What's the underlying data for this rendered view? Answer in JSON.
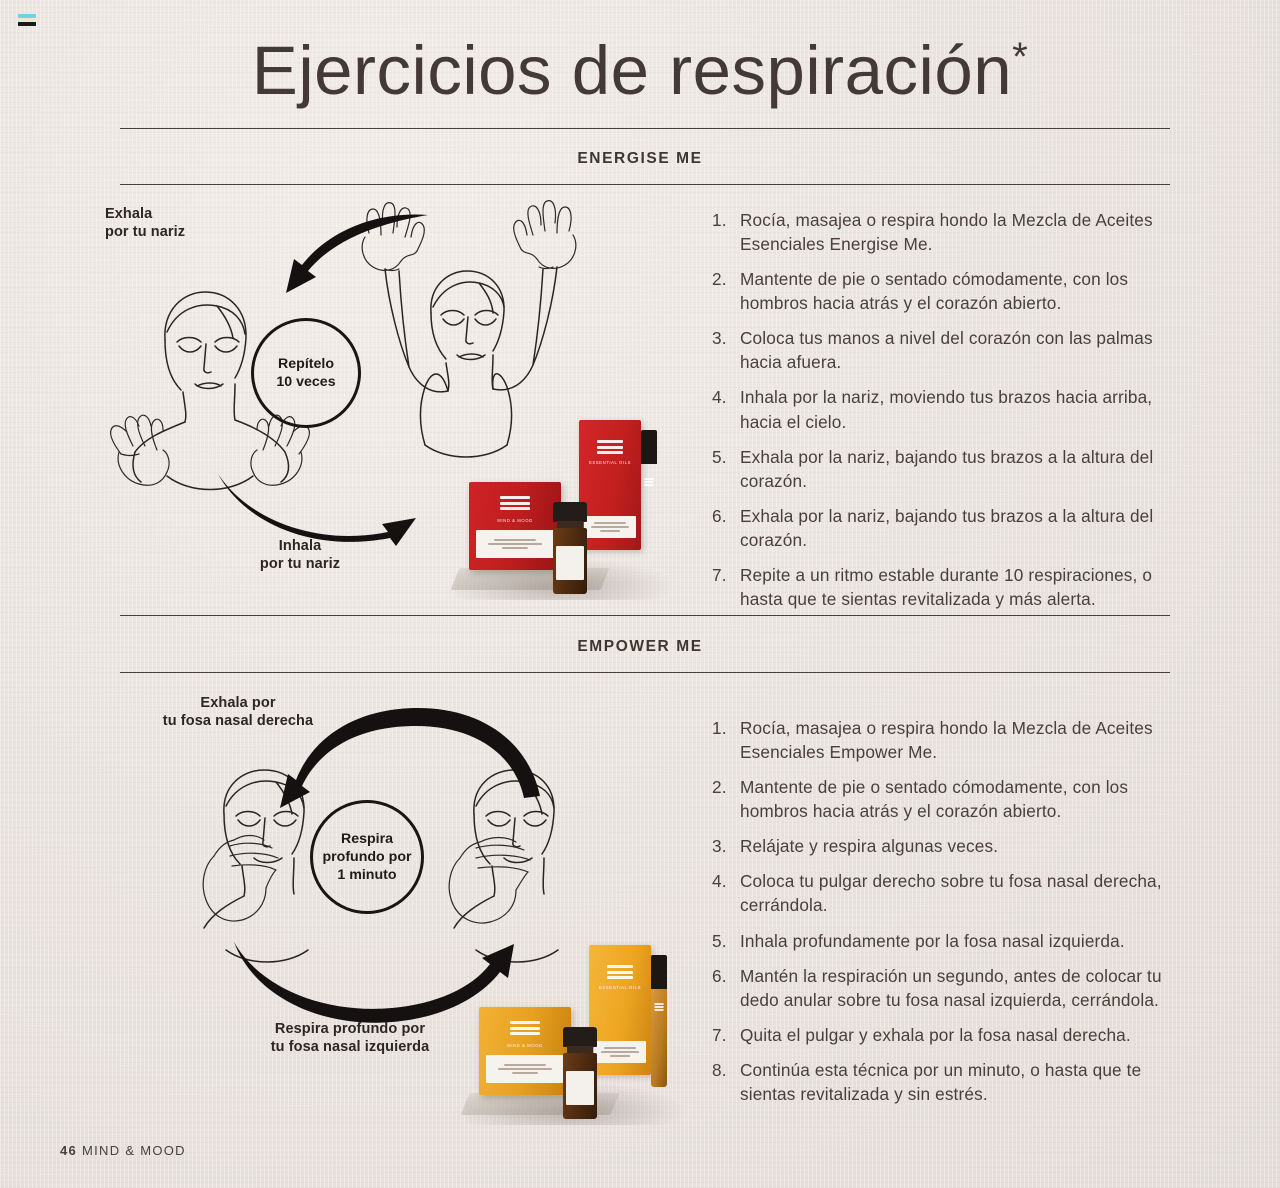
{
  "page": {
    "title": "Ejercicios de respiración",
    "title_star": "*",
    "footer_page_number": "46",
    "footer_section": "MIND & MOOD",
    "background_color": "#ece7e3",
    "ink_color": "#3b3330"
  },
  "broken_image_icon": "broken-image-icon",
  "sections": [
    {
      "heading": "ENERGISE ME",
      "accent_color": "#c0201f",
      "diagram": {
        "label_top": "Exhala\npor tu nariz",
        "label_top_line1": "Exhala",
        "label_top_line2": "por tu nariz",
        "label_bottom_line1": "Inhala",
        "label_bottom_line2": "por tu nariz",
        "circle_line1": "Repítelo",
        "circle_line2": "10 veces",
        "figure_left": "woman-hands-at-heart-illustration",
        "figure_right": "woman-arms-raised-illustration"
      },
      "products": {
        "alt": "energise-me-essential-oil-blend-products",
        "box_color": "#c62027",
        "box_color_dark": "#9d1519",
        "bottle_color": "#5a3312",
        "roller_color": "#c98a2e"
      },
      "steps": [
        {
          "num": "1.",
          "text": "Rocía, masajea o respira hondo la Mezcla de Aceites Esenciales Energise Me."
        },
        {
          "num": "2.",
          "text": "Mantente de pie o sentado cómodamente, con los hombros hacia atrás y el corazón abierto."
        },
        {
          "num": "3.",
          "text": "Coloca tus manos a nivel del corazón con las palmas hacia afuera."
        },
        {
          "num": "4.",
          "text": "Inhala por la nariz, moviendo tus brazos hacia arriba, hacia el cielo."
        },
        {
          "num": "5.",
          "text": "Exhala por la nariz, bajando tus brazos a la altura del corazón."
        },
        {
          "num": "6.",
          "text": "Exhala por la nariz, bajando tus brazos a la altura del corazón."
        },
        {
          "num": "7.",
          "text": "Repite a un ritmo estable durante 10 respiraciones, o hasta que te sientas revitalizada y más alerta."
        }
      ]
    },
    {
      "heading": "EMPOWER ME",
      "accent_color": "#e8a227",
      "diagram": {
        "label_top_line1": "Exhala por",
        "label_top_line2": "tu fosa nasal derecha",
        "label_bottom_line1": "Respira profundo por",
        "label_bottom_line2": "tu fosa nasal izquierda",
        "circle_line1": "Respira",
        "circle_line2": "profundo por",
        "circle_line3": "1 minuto",
        "figure_left": "woman-closing-nostril-illustration",
        "figure_right": "woman-closing-nostril-illustration"
      },
      "products": {
        "alt": "empower-me-essential-oil-blend-products",
        "box_color": "#eda521",
        "box_color_dark": "#d08a12",
        "bottle_color": "#5a3312",
        "roller_color": "#c98a2e"
      },
      "steps": [
        {
          "num": "1.",
          "text": "Rocía, masajea o respira hondo la Mezcla de Aceites Esenciales Empower Me."
        },
        {
          "num": "2.",
          "text": "Mantente de pie o sentado cómodamente, con los hombros hacia atrás y el corazón abierto."
        },
        {
          "num": "3.",
          "text": "Relájate y respira algunas veces."
        },
        {
          "num": "4.",
          "text": "Coloca tu pulgar derecho sobre tu fosa nasal derecha, cerrándola."
        },
        {
          "num": "5.",
          "text": "Inhala profundamente por la fosa nasal izquierda."
        },
        {
          "num": "6.",
          "text": "Mantén la respiración un segundo, antes de colocar tu dedo anular sobre tu fosa nasal izquierda, cerrándola."
        },
        {
          "num": "7.",
          "text": "Quita el pulgar y exhala por la fosa nasal derecha."
        },
        {
          "num": "8.",
          "text": "Continúa esta técnica por un minuto, o hasta que te sientas revitalizada y sin estrés."
        }
      ]
    }
  ]
}
